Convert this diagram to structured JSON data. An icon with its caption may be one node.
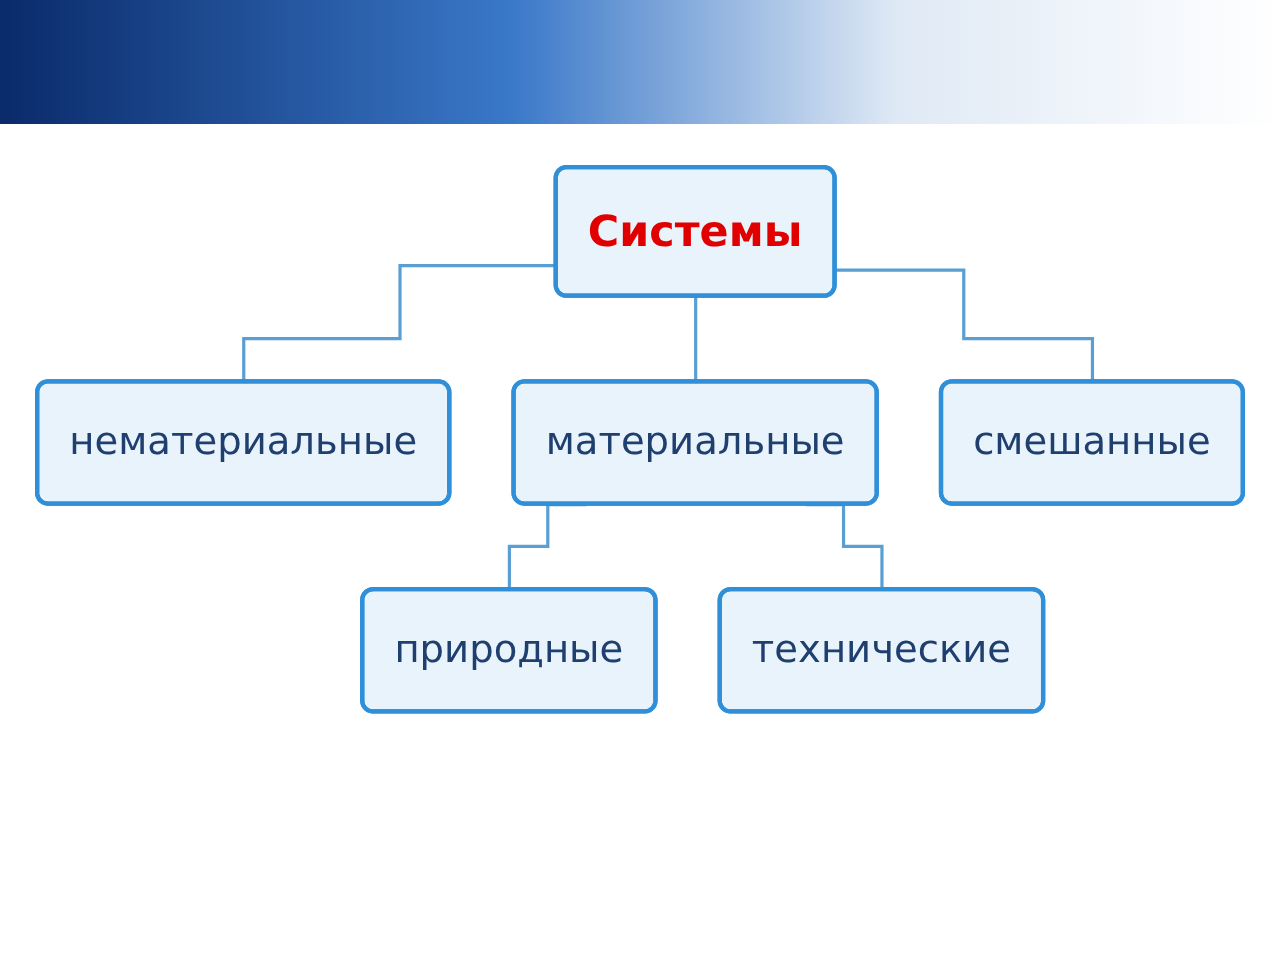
{
  "diagram": {
    "nodes": [
      {
        "text": [
          "Системы"
        ]
      },
      {
        "text": [
          "нематериальные"
        ]
      },
      {
        "text": [
          "материальные"
        ]
      },
      {
        "text": [
          "смешанные"
        ]
      },
      {
        "text": [
          "природные"
        ]
      },
      {
        "text": [
          "технические"
        ]
      }
    ],
    "edges": [
      {
        "from": 0,
        "to": 1,
        "arrow": "none"
      },
      {
        "from": 0,
        "to": 2,
        "arrow": "none"
      },
      {
        "from": 0,
        "to": 3,
        "arrow": "none"
      },
      {
        "from": 2,
        "to": 4,
        "arrow": "none"
      },
      {
        "from": 2,
        "to": 5,
        "arrow": "none"
      }
    ]
  }
}
